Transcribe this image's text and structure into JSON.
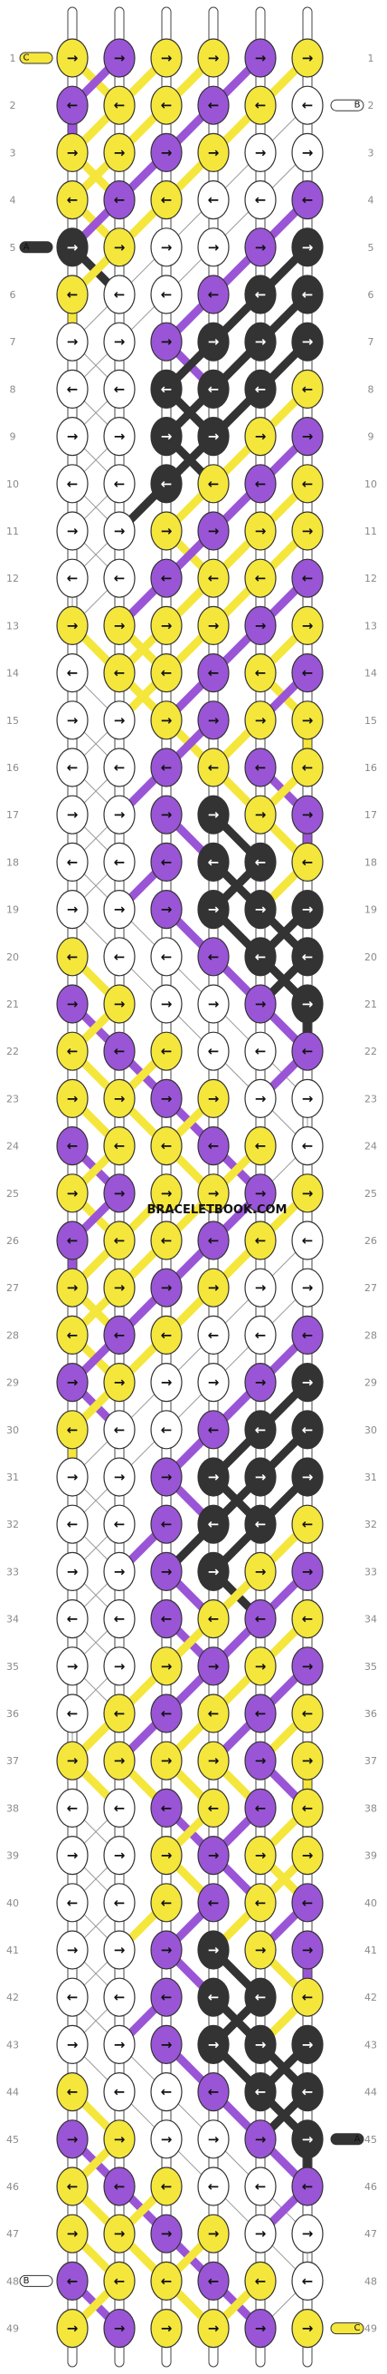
{
  "watermark": "BRACELETBOOK.COM",
  "colors": {
    "Y": "#f5e63c",
    "P": "#9a55d6",
    "W": "#ffffff",
    "K": "#333333",
    "strand_outline": "#333333",
    "row_number": "#8a8a8a"
  },
  "string_end_labels": [
    {
      "label": "C",
      "row": 1,
      "side": "left"
    },
    {
      "label": "B",
      "row": 2,
      "side": "right"
    },
    {
      "label": "A",
      "row": 5,
      "side": "left"
    },
    {
      "label": "A",
      "row": 45,
      "side": "right"
    },
    {
      "label": "B",
      "row": 48,
      "side": "left"
    },
    {
      "label": "C",
      "row": 49,
      "side": "right"
    }
  ],
  "row_numbers": [
    1,
    2,
    3,
    4,
    5,
    6,
    7,
    8,
    9,
    10,
    11,
    12,
    13,
    14,
    15,
    16,
    17,
    18,
    19,
    20,
    21,
    22,
    23,
    24,
    25,
    26,
    27,
    28,
    29,
    30,
    31,
    32,
    33,
    34,
    35,
    36,
    37,
    38,
    39,
    40,
    41,
    42,
    43,
    44,
    45,
    46,
    47,
    48,
    49
  ],
  "knots": [
    "Y:R P:R Y:R Y:R P:R Y:R",
    "P:L Y:L Y:L P:L Y:L W:L",
    "Y:R Y:R P:R Y:R W:R W:R",
    "Y:L P:L Y:L W:L W:L P:L",
    "K:R Y:R W:R W:R P:R K:R",
    "Y:L W:L W:L P:L K:L K:L",
    "W:R W:R P:R K:R K:R K:R",
    "W:L W:L K:L K:L K:L Y:L",
    "W:R W:R K:R K:R Y:R P:R",
    "W:L W:L K:L Y:L P:L Y:L",
    "W:R W:R Y:R P:R Y:R Y:R",
    "W:L W:L P:L Y:L Y:L P:L",
    "Y:R Y:R Y:R Y:R P:R Y:R",
    "W:L Y:L Y:L P:L Y:L P:L",
    "W:R W:R Y:R P:R Y:R Y:R",
    "W:L W:L P:L Y:L P:L Y:L",
    "W:R W:R P:R K:R Y:R P:R",
    "W:L W:L P:L K:L K:L Y:L",
    "W:R W:R P:R K:R K:R K:R",
    "Y:L W:L W:L P:L K:L K:L",
    "P:R Y:R W:R W:R P:R K:R",
    "Y:L P:L Y:L W:L W:L P:L",
    "Y:R Y:R P:R Y:R W:R W:R",
    "P:L Y:L Y:L P:L Y:L W:L",
    "Y:R P:R Y:R Y:R P:R Y:R",
    "P:L Y:L Y:L P:L Y:L W:L",
    "Y:R Y:R P:R Y:R W:R W:R",
    "Y:L P:L Y:L W:L W:L P:L",
    "P:R Y:R W:R W:R P:R K:R",
    "Y:L W:L W:L P:L K:L K:L",
    "W:R W:R P:R K:R K:R K:R",
    "W:L W:L P:L K:L K:L Y:L",
    "W:R W:R P:R K:R Y:R P:R",
    "W:L W:L P:L Y:L P:L Y:L",
    "W:R W:R Y:R P:R Y:R P:R",
    "W:L Y:L P:L Y:L P:L Y:L",
    "Y:R Y:R Y:R Y:R P:R Y:R",
    "W:L W:L P:L Y:L P:L Y:L",
    "W:R W:R Y:R P:R Y:R Y:R",
    "W:L W:L Y:L P:L Y:L P:L",
    "W:R W:R P:R K:R Y:R P:R",
    "W:L W:L P:L K:L K:L Y:L",
    "W:R W:R P:R K:R K:R K:R",
    "Y:L W:L W:L P:L K:L K:L",
    "P:R Y:R W:R W:R P:R K:R",
    "Y:L P:L Y:L W:L W:L P:L",
    "Y:R Y:R P:R Y:R W:R W:R",
    "P:L Y:L Y:L P:L Y:L W:L",
    "Y:R P:R Y:R Y:R P:R Y:R"
  ]
}
